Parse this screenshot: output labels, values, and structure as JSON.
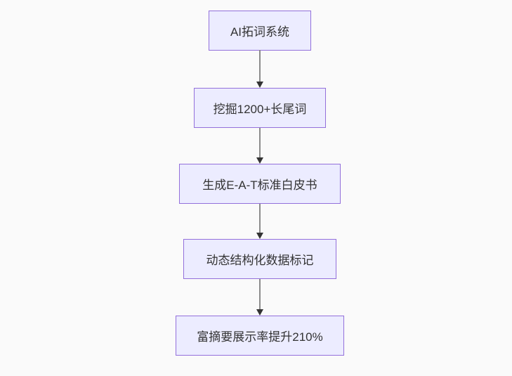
{
  "diagram": {
    "type": "flowchart",
    "direction": "top-down",
    "nodes": [
      {
        "id": "n1",
        "label": "AI拓词系统"
      },
      {
        "id": "n2",
        "label": "挖掘1200+长尾词"
      },
      {
        "id": "n3",
        "label": "生成E-A-T标准白皮书"
      },
      {
        "id": "n4",
        "label": "动态结构化数据标记"
      },
      {
        "id": "n5",
        "label": "富摘要展示率提升210%"
      }
    ],
    "edges": [
      {
        "from": "n1",
        "to": "n2"
      },
      {
        "from": "n2",
        "to": "n3"
      },
      {
        "from": "n3",
        "to": "n4"
      },
      {
        "from": "n4",
        "to": "n5"
      }
    ],
    "colors": {
      "background": "#fafafa",
      "node_fill": "#ececff",
      "node_border": "#9370db",
      "edge_line": "#8c8c8c",
      "arrowhead": "#333333",
      "text": "#333333"
    }
  }
}
